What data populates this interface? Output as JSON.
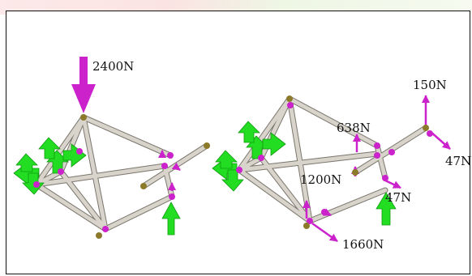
{
  "colors": {
    "member": "#c9c5bd",
    "member_edge": "#7a766c",
    "joint": "#8a7a2a",
    "force_arrow": "#cc22cc",
    "support_arrow": "#22dd22"
  },
  "left_model": {
    "load_label": "2400N"
  },
  "right_model": {
    "labels": [
      "150N",
      "638N",
      "47N",
      "1200N",
      "47N",
      "1660N"
    ]
  }
}
